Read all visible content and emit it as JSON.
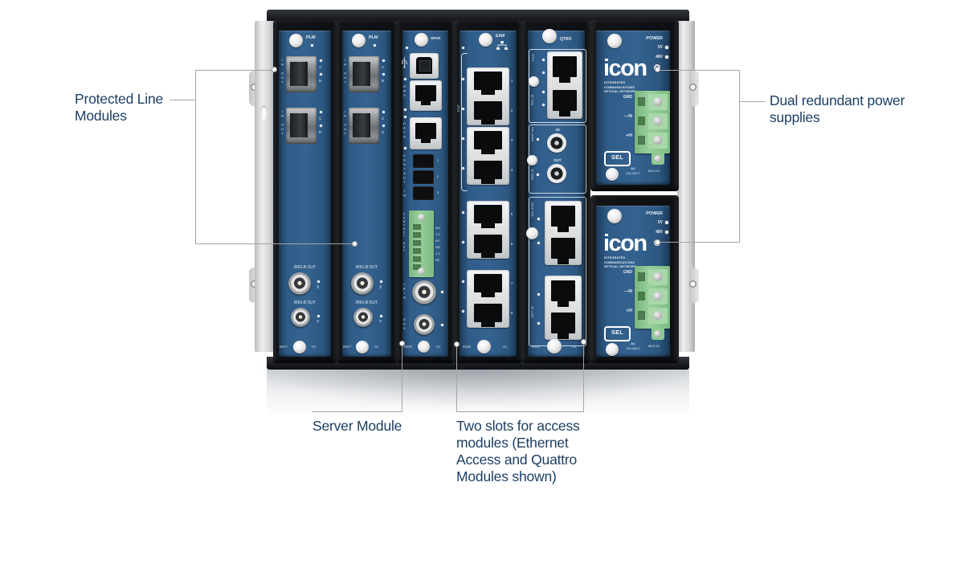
{
  "labels": {
    "protected_line": "Protected Line Modules",
    "power_supplies": "Dual redundant power supplies",
    "server_module": "Server Module",
    "access_modules": "Two slots for access modules (Ethernet Access and Quattro Modules shown)"
  },
  "plm": {
    "tag": "PLM",
    "port_side": "IN OUT",
    "ch1a": "A",
    "ch1b": "B",
    "ch2a": "C",
    "ch2b": "D",
    "irig_out": "IRIG-B OUT",
    "bnc_x": "X",
    "bnc_y": "Y",
    "model": "8027",
    "suffix": "-01"
  },
  "server": {
    "tag": "SRVR",
    "nms": "NMS",
    "data": "DATA",
    "contact_in": "CONTACT IN",
    "p1": "1",
    "p2": "2",
    "p3": "3",
    "contact_out": "CONTACT OUT",
    "relay": [
      "NO",
      "1 C",
      "NC",
      "NO",
      "2 C",
      "NC"
    ],
    "irig": "IRIG",
    "gps": "GPS",
    "model": "8030",
    "suffix": "-01"
  },
  "eam": {
    "tag": "EAM",
    "group": "POP",
    "ports": [
      "1",
      "2",
      "3",
      "4",
      "5",
      "6",
      "7",
      "8"
    ],
    "model": "8035",
    "suffix": "-01"
  },
  "qtro": {
    "tag": "QTRO",
    "fxo_label": "FXO",
    "fxo_model": "8067-01",
    "nx64_label": "Nx64F mm",
    "nx64_model": "8059-01",
    "in": "IN",
    "out": "OUT",
    "ds1_label": "DS1 SYNC",
    "ds1_model": "8057-01",
    "model": "8050",
    "suffix": "-01"
  },
  "power": {
    "title": "POWER",
    "v5": "5V",
    "v48": "48V",
    "logo": "icon",
    "sub1": "INTEGRATED",
    "sub2": "COMMUNICATIONS",
    "sub3": "OPTICAL NETWORK",
    "gnd": "GND",
    "neutral": "—/N",
    "hot": "+/H",
    "sel": "SEL",
    "ac": "AC",
    "voltage": "110-240 V",
    "model": "8010-01"
  },
  "colors": {
    "label_text": "#1c3e63",
    "callout_line": "#a5a5a5",
    "faceplate_blue": "#2f5c88",
    "chassis_dark": "#121417",
    "terminal_green": "#8cc98f",
    "plate_gray": "#d6d8da"
  }
}
